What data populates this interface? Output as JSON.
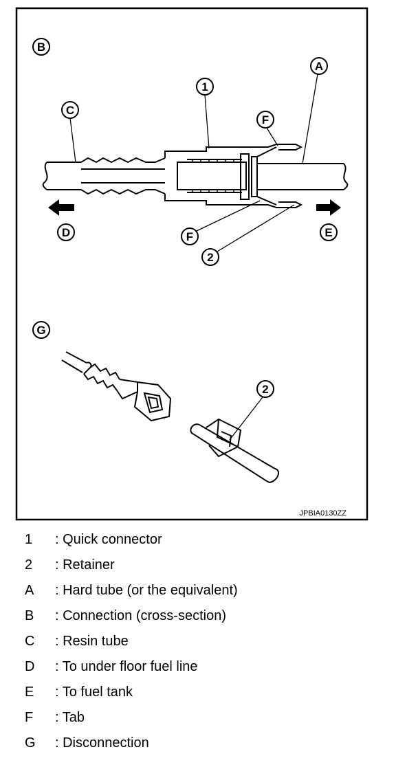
{
  "figure": {
    "callouts": {
      "B": "B",
      "A": "A",
      "C": "C",
      "1": "1",
      "F1": "F",
      "F2": "F",
      "D": "D",
      "E": "E",
      "2a": "2",
      "G": "G",
      "2b": "2"
    },
    "code": "JPBIA0130ZZ"
  },
  "legend": [
    {
      "key": "1",
      "text": ": Quick connector"
    },
    {
      "key": "2",
      "text": ": Retainer"
    },
    {
      "key": "A",
      "text": ": Hard tube (or the equivalent)"
    },
    {
      "key": "B",
      "text": ": Connection (cross-section)"
    },
    {
      "key": "C",
      "text": ": Resin tube"
    },
    {
      "key": "D",
      "text": ": To under floor fuel line"
    },
    {
      "key": "E",
      "text": ": To fuel tank"
    },
    {
      "key": "F",
      "text": ": Tab"
    },
    {
      "key": "G",
      "text": ": Disconnection"
    }
  ]
}
